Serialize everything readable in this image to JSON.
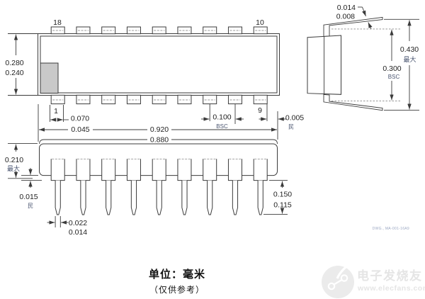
{
  "page": {
    "units_title": "单位：毫米",
    "units_note": "（仅供参考）",
    "dwg_ref": "DWG., MA-001-16A9"
  },
  "watermark": {
    "brand": "电子发烧友",
    "site": "www.elecfans.com"
  },
  "top_view": {
    "pin18": "18",
    "pin10": "10",
    "pin1": "1",
    "pin9": "9",
    "body_width_max": "0.280",
    "body_width_min": "0.240",
    "pin_width": "0.070",
    "edge_gap": "0.045",
    "length_max": "0.920",
    "length_min": "0.880",
    "pitch": "0.100",
    "pitch_qual": "BSC",
    "edge_overhang": "0.005",
    "edge_overhang_qual": "民"
  },
  "end_view": {
    "lead_thickness_max": "0.014",
    "lead_thickness_min": "0.008",
    "overall_width_max": "0.430",
    "overall_width_qual": "最大",
    "row_spacing": "0.300",
    "row_spacing_qual": "BSC"
  },
  "side_view": {
    "height_max": "0.210",
    "height_qual": "最大",
    "standoff_min": "0.015",
    "standoff_qual": "民",
    "lead_length_max": "0.150",
    "lead_length_min": "0.115",
    "lead_tip_width_max": "0.022",
    "lead_tip_width_min": "0.014"
  }
}
